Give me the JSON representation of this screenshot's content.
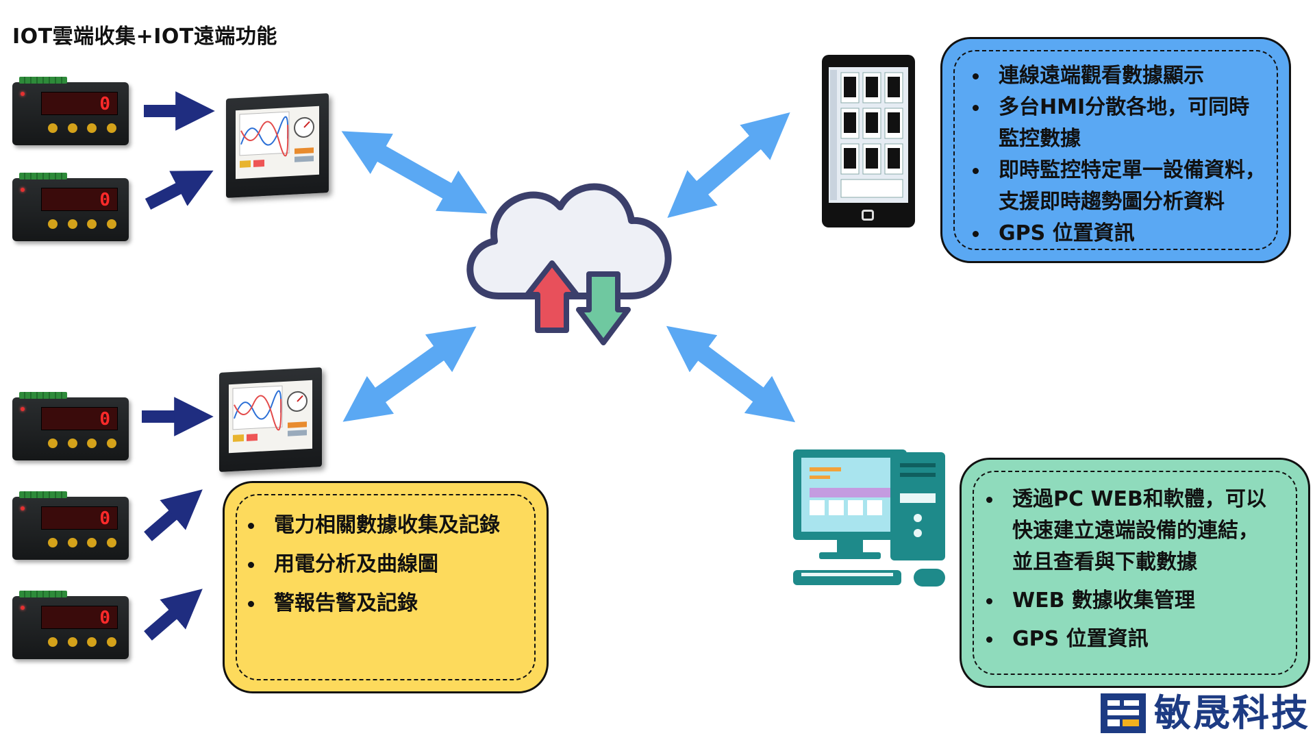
{
  "title": "IOT雲端收集+IOT遠端功能",
  "colors": {
    "arrow_dark": "#1f2d80",
    "arrow_light": "#5aa8f3",
    "box_blue": "#5aa8f3",
    "box_yellow": "#fdda5c",
    "box_green": "#8fdbbc",
    "up_arrow": "#e8505b",
    "down_arrow": "#6fc8a0",
    "brand": "#1d3b83"
  },
  "meters": [
    {
      "display": "0"
    },
    {
      "display": "0"
    },
    {
      "display": "0"
    },
    {
      "display": "0"
    },
    {
      "display": "0"
    }
  ],
  "icons": [
    "cloud-sync-icon",
    "phone-icon",
    "desktop-computer-icon",
    "hmi-screen-icon",
    "panel-meter-icon"
  ],
  "mobile_box": {
    "items": [
      "連線遠端觀看數據顯示",
      "多台HMI分散各地，可同時",
      "監控數據",
      "即時監控特定單一設備資料，",
      "支援即時趨勢圖分析資料",
      "GPS 位置資訊"
    ]
  },
  "hmi_box": {
    "items": [
      "電力相關數據收集及記錄",
      "用電分析及曲線圖",
      "警報告警及記錄"
    ]
  },
  "pc_box": {
    "items": [
      "透過PC WEB和軟體，可以",
      "快速建立遠端設備的連結，",
      "並且查看與下載數據",
      "WEB  數據收集管理",
      "GPS 位置資訊"
    ]
  },
  "logo": {
    "text": "敏晟科技"
  }
}
